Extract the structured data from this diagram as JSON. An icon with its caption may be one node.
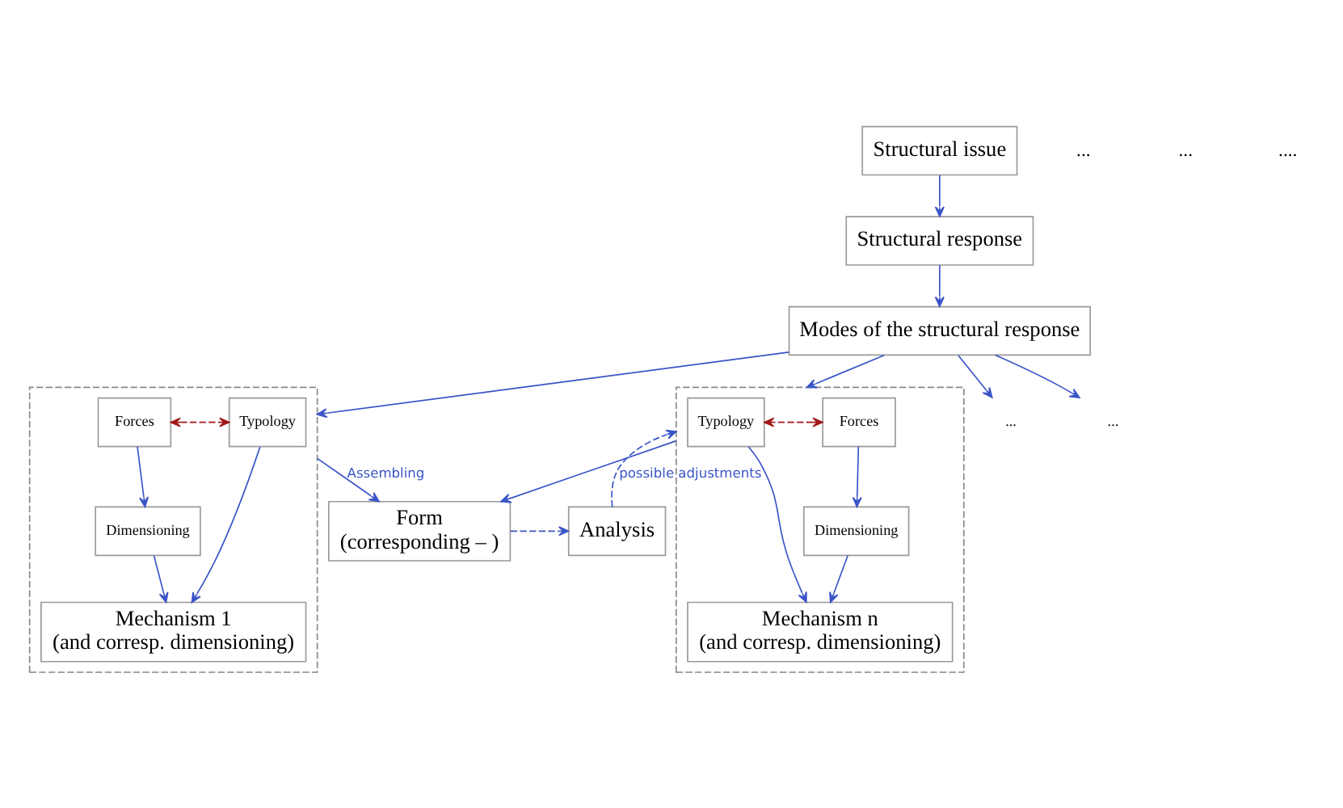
{
  "diagram": {
    "nodes": [
      {
        "text": [
          "Structural issue"
        ]
      },
      {
        "text": [
          "Structural response"
        ]
      },
      {
        "text": [
          "Modes of the structural response"
        ]
      },
      {
        "text": [],
        "shape": "box"
      },
      {
        "text": [
          "Typology"
        ],
        "in": 3
      },
      {
        "text": [
          "Forces"
        ],
        "in": 3
      },
      {
        "text": [
          "Dimensioning"
        ],
        "in": 3
      },
      {
        "text": [
          "Mechanism 1",
          "(and corresp. dimensioning)"
        ],
        "in": 3
      },
      {
        "text": [],
        "shape": "box"
      },
      {
        "text": [
          "Typology"
        ],
        "in": 8
      },
      {
        "text": [
          "Forces"
        ],
        "in": 8
      },
      {
        "text": [
          "Dimensioning"
        ],
        "in": 8
      },
      {
        "text": [
          "Mechanism n",
          "(and corresp. dimensioning)"
        ],
        "in": 8
      },
      {
        "text": [
          "Form",
          "(corresponding – )"
        ]
      },
      {
        "text": [
          "Analysis"
        ]
      },
      {
        "text": [
          "..."
        ]
      },
      {
        "text": [
          "..."
        ]
      }
    ],
    "edges": [
      {
        "from": 0,
        "to": 1,
        "arrow": "to"
      },
      {
        "from": 1,
        "to": 2,
        "arrow": "to"
      },
      {
        "from": 2,
        "to": 3,
        "arrow": "to"
      },
      {
        "from": 2,
        "to": 15,
        "arrow": "to"
      },
      {
        "from": 2,
        "to": 16,
        "arrow": "to"
      },
      {
        "from": 2,
        "to": 8,
        "arrow": "to"
      },
      {
        "from": 5,
        "to": 4,
        "arrow": "both",
        "style": "dashed",
        "color": "#a01818"
      },
      {
        "from": 5,
        "to": 6,
        "arrow": "to"
      },
      {
        "from": 4,
        "to": 7,
        "arrow": "to"
      },
      {
        "from": 6,
        "to": 7,
        "arrow": "to"
      },
      {
        "from": 10,
        "to": 9,
        "arrow": "both",
        "style": "dashed",
        "color": "#a01818"
      },
      {
        "from": 10,
        "to": 11,
        "arrow": "to"
      },
      {
        "from": 9,
        "to": 12,
        "arrow": "to"
      },
      {
        "from": 11,
        "to": 12,
        "arrow": "to"
      },
      {
        "from": 3,
        "to": 13,
        "arrow": "to",
        "label": "Assembling"
      },
      {
        "from": 8,
        "to": 13,
        "arrow": "to"
      },
      {
        "from": 13,
        "to": 14,
        "arrow": "to",
        "style": "dashed"
      },
      {
        "from": 14,
        "to": 8,
        "arrow": "to",
        "style": "dashed",
        "label": "possible adjustments"
      }
    ],
    "labels": [
      "...",
      "...",
      "...."
    ]
  }
}
